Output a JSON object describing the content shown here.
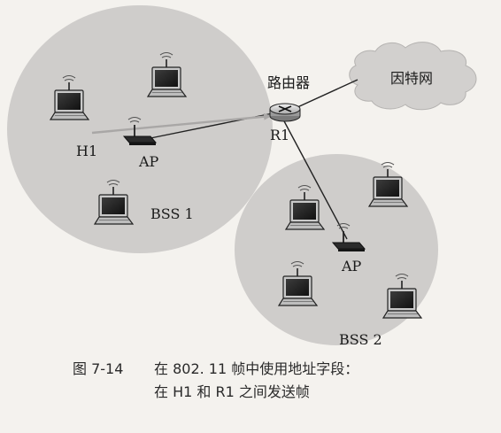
{
  "labels": {
    "router": "路由器",
    "internet": "因特网",
    "h1": "H1",
    "ap1": "AP",
    "r1": "R1",
    "bss1": "BSS 1",
    "ap2": "AP",
    "bss2": "BSS 2"
  },
  "caption": {
    "figure_number": "图 7-14",
    "line1": "在 802. 11 帧中使用地址字段：",
    "line2": "在 H1 和 R1 之间发送帧"
  },
  "colors": {
    "bss_fill": "#cfcdcb",
    "cloud_fill": "#d2d0ce",
    "arrow": "#a9a7a6",
    "link": "#222222"
  }
}
